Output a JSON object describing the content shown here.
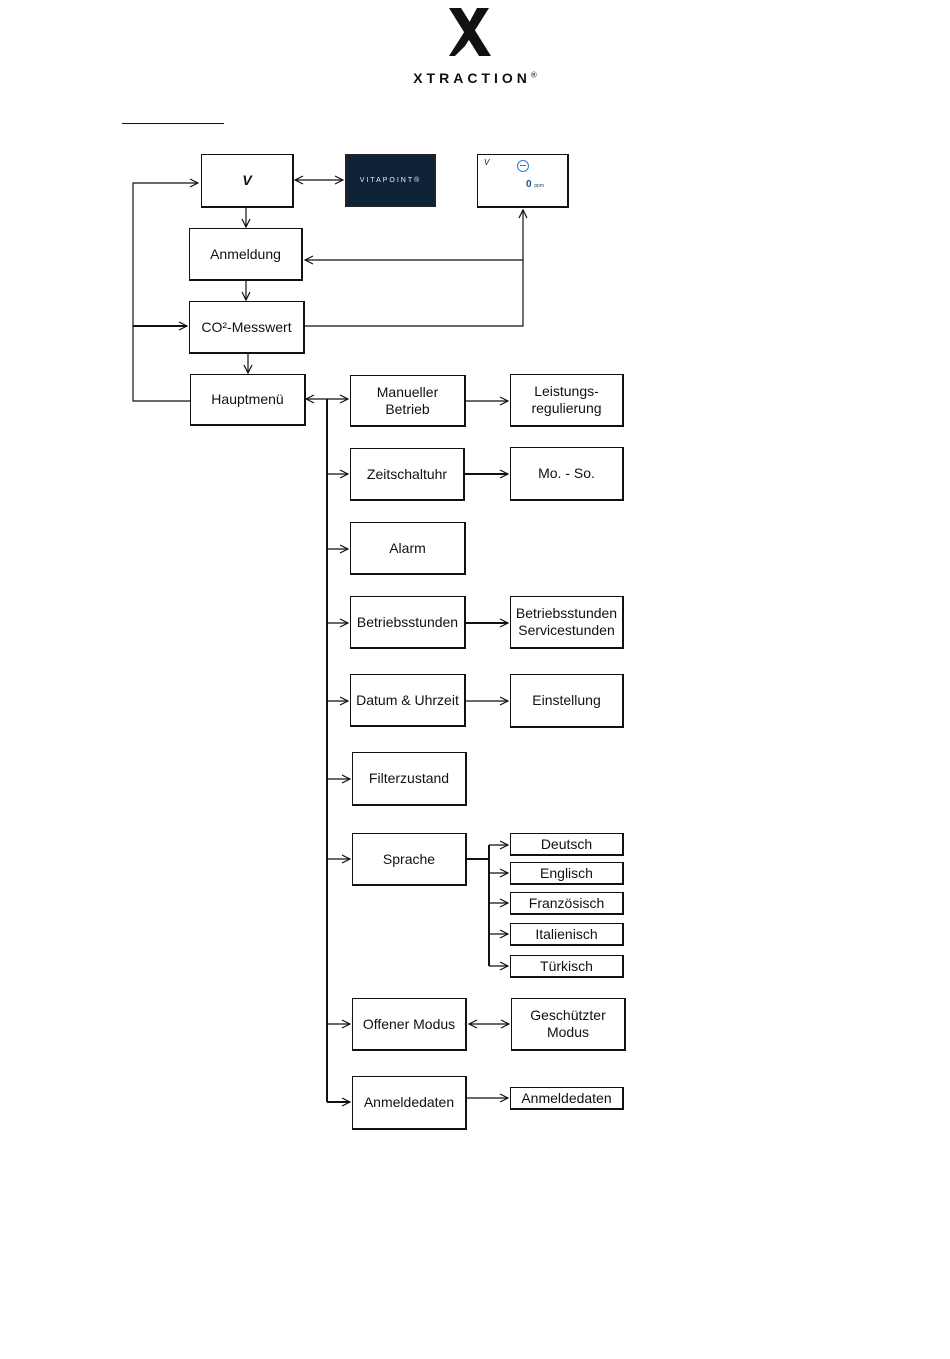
{
  "header": {
    "logo_icon": "x-logo-icon",
    "brand": "XTRACTION",
    "registered": "®"
  },
  "screens": {
    "start_mark": "V",
    "splash_text": "VITAPOINT®",
    "status_mark": "V",
    "status_value": "0",
    "status_unit": "ppm"
  },
  "nodes": {
    "anmeldung": "Anmeldung",
    "co2": "CO²-Messwert",
    "hauptmenue": "Hauptmenü",
    "manuell": "Manueller\nBetrieb",
    "leistung": "Leistungs-\nregulierung",
    "zeitschaltuhr": "Zeitschaltuhr",
    "mo_so": "Mo. - So.",
    "alarm": "Alarm",
    "betriebsstunden": "Betriebsstunden",
    "betriebs_service": "Betriebsstunden\nServicestunden",
    "datum": "Datum & Uhrzeit",
    "einstellung": "Einstellung",
    "filter": "Filterzustand",
    "sprache": "Sprache",
    "deutsch": "Deutsch",
    "englisch": "Englisch",
    "franzoesisch": "Französisch",
    "italienisch": "Italienisch",
    "tuerkisch": "Türkisch",
    "offener_modus": "Offener Modus",
    "geschuetzter_modus": "Geschützter\nModus",
    "anmeldedaten": "Anmeldedaten",
    "anmeldedaten_sub": "Anmeldedaten"
  }
}
